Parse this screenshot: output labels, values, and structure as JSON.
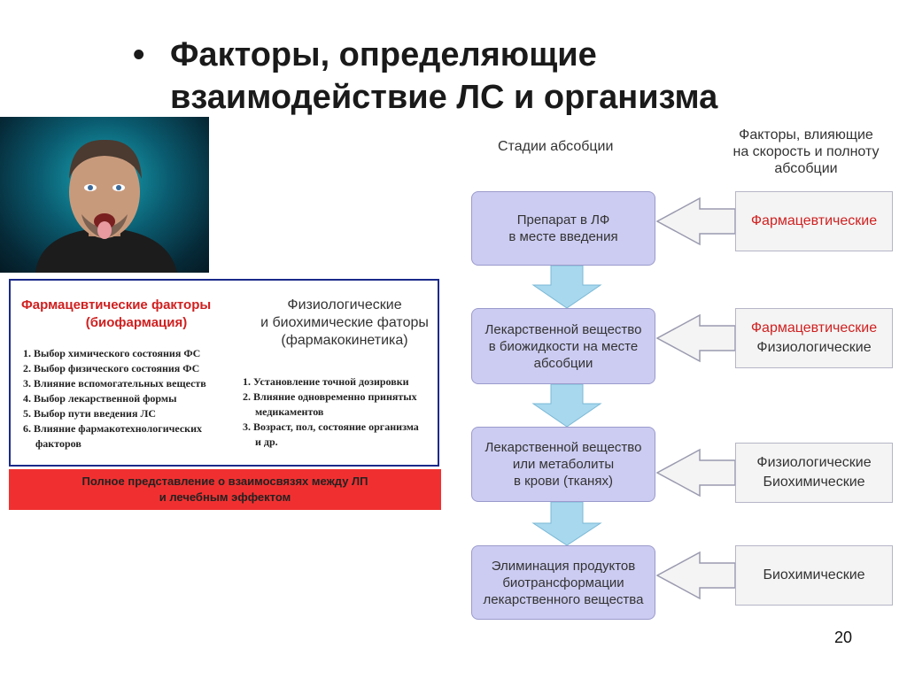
{
  "slide": {
    "bullet": "•",
    "title_line1": "Факторы, определяющие",
    "title_line2": "взаимодействие ЛС и организма",
    "page_number": "20"
  },
  "info": {
    "pharm_heading": "Фармацевтические факторы",
    "pharm_sub": "(биофармация)",
    "pharm_items": [
      "1. Выбор химического состояния ФС",
      "2. Выбор физического состояния ФС",
      "3. Влияние вспомогательных веществ",
      "4. Выбор лекарственной формы",
      "5. Выбор пути введения ЛС",
      "6. Влияние фармакотехнологических",
      "факторов"
    ],
    "phys_heading_1": "Физиологические",
    "phys_heading_2": "и биохимические фаторы",
    "phys_heading_3": "(фармакокинетика)",
    "phys_items": [
      "1. Установление точной дозировки",
      "2. Влияние одновременно принятых",
      "медикаментов",
      "3. Возраст, пол, состояние организма",
      "и др."
    ],
    "summary_1": "Полное представление о взаимосвязях между ЛП",
    "summary_2": "и лечебным эффектом"
  },
  "flow": {
    "stages_heading": "Стадии абсобции",
    "factors_heading_1": "Факторы, влияющие",
    "factors_heading_2": "на скорость и полноту",
    "factors_heading_3": "абсобции",
    "stages": [
      {
        "l1": "Препарат в ЛФ",
        "l2": "в месте введения",
        "l3": ""
      },
      {
        "l1": "Лекарственной вещество",
        "l2": "в биожидкости на месте",
        "l3": "абсобции"
      },
      {
        "l1": "Лекарственной вещество",
        "l2": "или метаболиты",
        "l3": "в крови (тканях)"
      },
      {
        "l1": "Элиминация продуктов",
        "l2": "биотрансформации",
        "l3": "лекарственного вещества"
      }
    ],
    "factors": [
      {
        "l1": "Фармацевтические",
        "l2": ""
      },
      {
        "l1": "Фармацевтические",
        "l2": "Физиологические"
      },
      {
        "l1": "Физиологические",
        "l2": "Биохимические"
      },
      {
        "l1": "Биохимические",
        "l2": ""
      }
    ]
  },
  "colors": {
    "stage_fill": "#ccccf2",
    "arrow_fill": "#a8d8ee",
    "accent_red": "#d02020",
    "summary_bar": "#f03030",
    "frame_blue": "#1a2a8a"
  }
}
